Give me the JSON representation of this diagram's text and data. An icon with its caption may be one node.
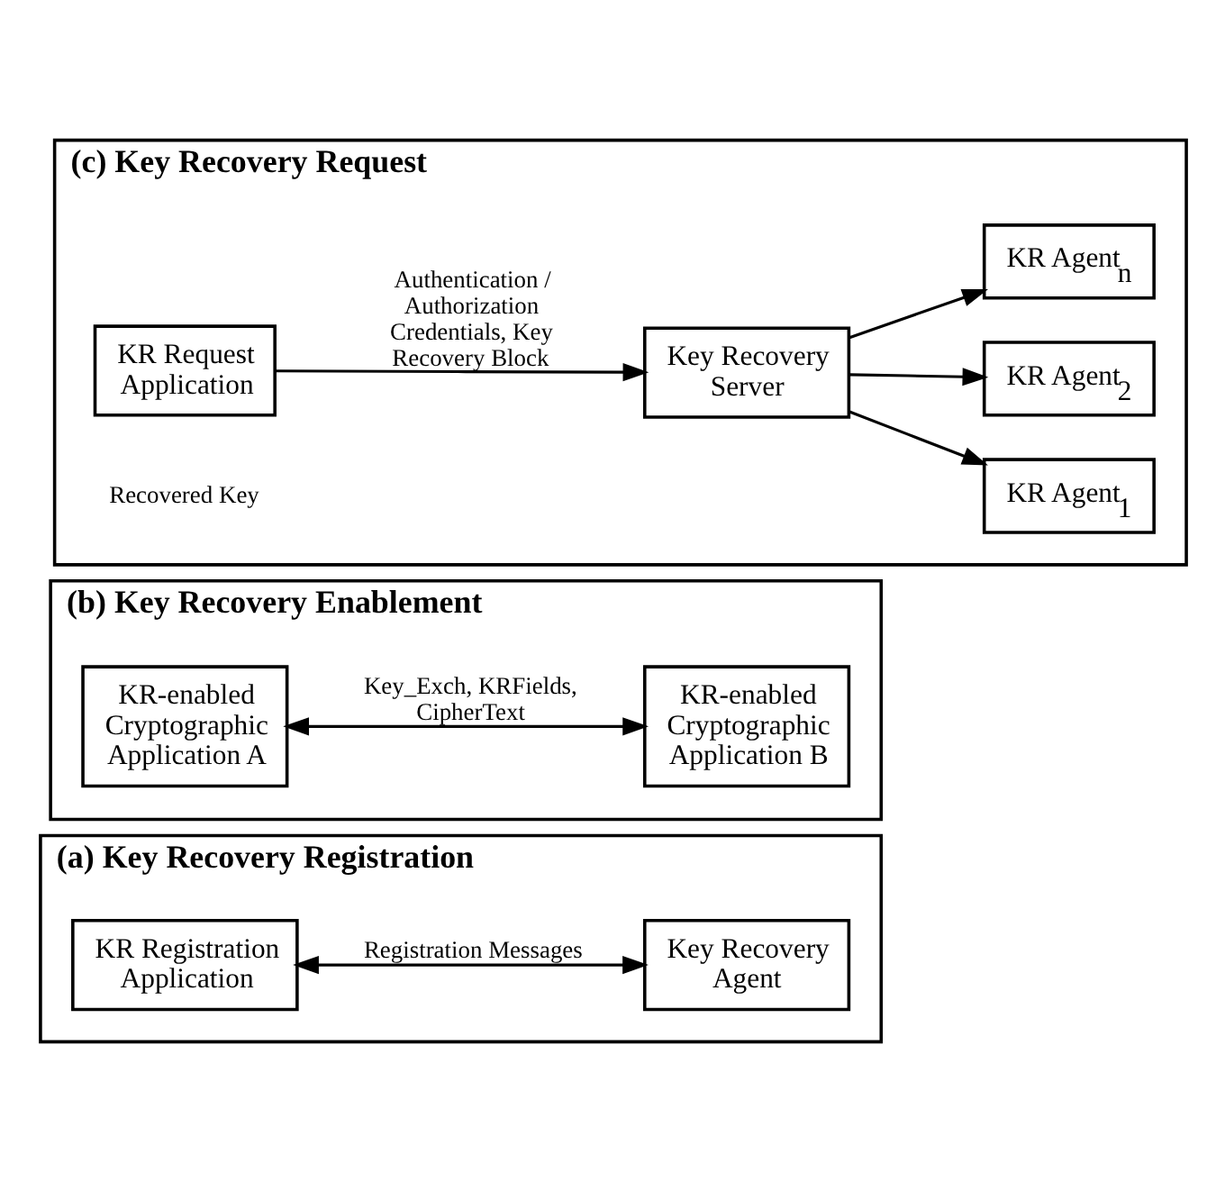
{
  "diagram": {
    "nodes": [
      {
        "text": [
          "(a) Key Recovery Registration"
        ]
      },
      {
        "text": [
          "KR Registration Application"
        ],
        "in": 0
      },
      {
        "text": [
          "Key Recovery Agent"
        ],
        "in": 0
      },
      {
        "text": [
          "(b) Key Recovery Enablement"
        ]
      },
      {
        "text": [
          "KR-enabled Cryptographic Application A"
        ],
        "in": 3
      },
      {
        "text": [
          "KR-enabled Cryptographic Application B"
        ],
        "in": 3
      },
      {
        "text": [
          "(c) Key Recovery Request"
        ]
      },
      {
        "text": [
          "KR Request Application"
        ],
        "in": 6
      },
      {
        "text": [
          "Key Recovery Server"
        ],
        "in": 6
      },
      {
        "text": [
          "KR Agent$_{1}$"
        ],
        "in": 6
      },
      {
        "text": [
          "KR Agent$_{2}$"
        ],
        "in": 6
      },
      {
        "text": [
          "KR Agent$_{n}$"
        ],
        "in": 6
      }
    ],
    "edges": [
      {
        "from": 1,
        "to": 2,
        "arrow": "both",
        "label": "Registration Messages"
      },
      {
        "from": 4,
        "to": 5,
        "arrow": "both",
        "label": "Key_Exch, KRFields, CipherText"
      },
      {
        "from": 7,
        "to": 8,
        "arrow": "to",
        "label": "Authentication / Authorization Credentials, Key Recovery Block"
      },
      {
        "from": 8,
        "to": 9,
        "arrow": "to"
      },
      {
        "from": 8,
        "to": 10,
        "arrow": "to"
      },
      {
        "from": 8,
        "to": 11,
        "arrow": "to"
      }
    ],
    "labels": [
      "Recovered Key"
    ]
  }
}
